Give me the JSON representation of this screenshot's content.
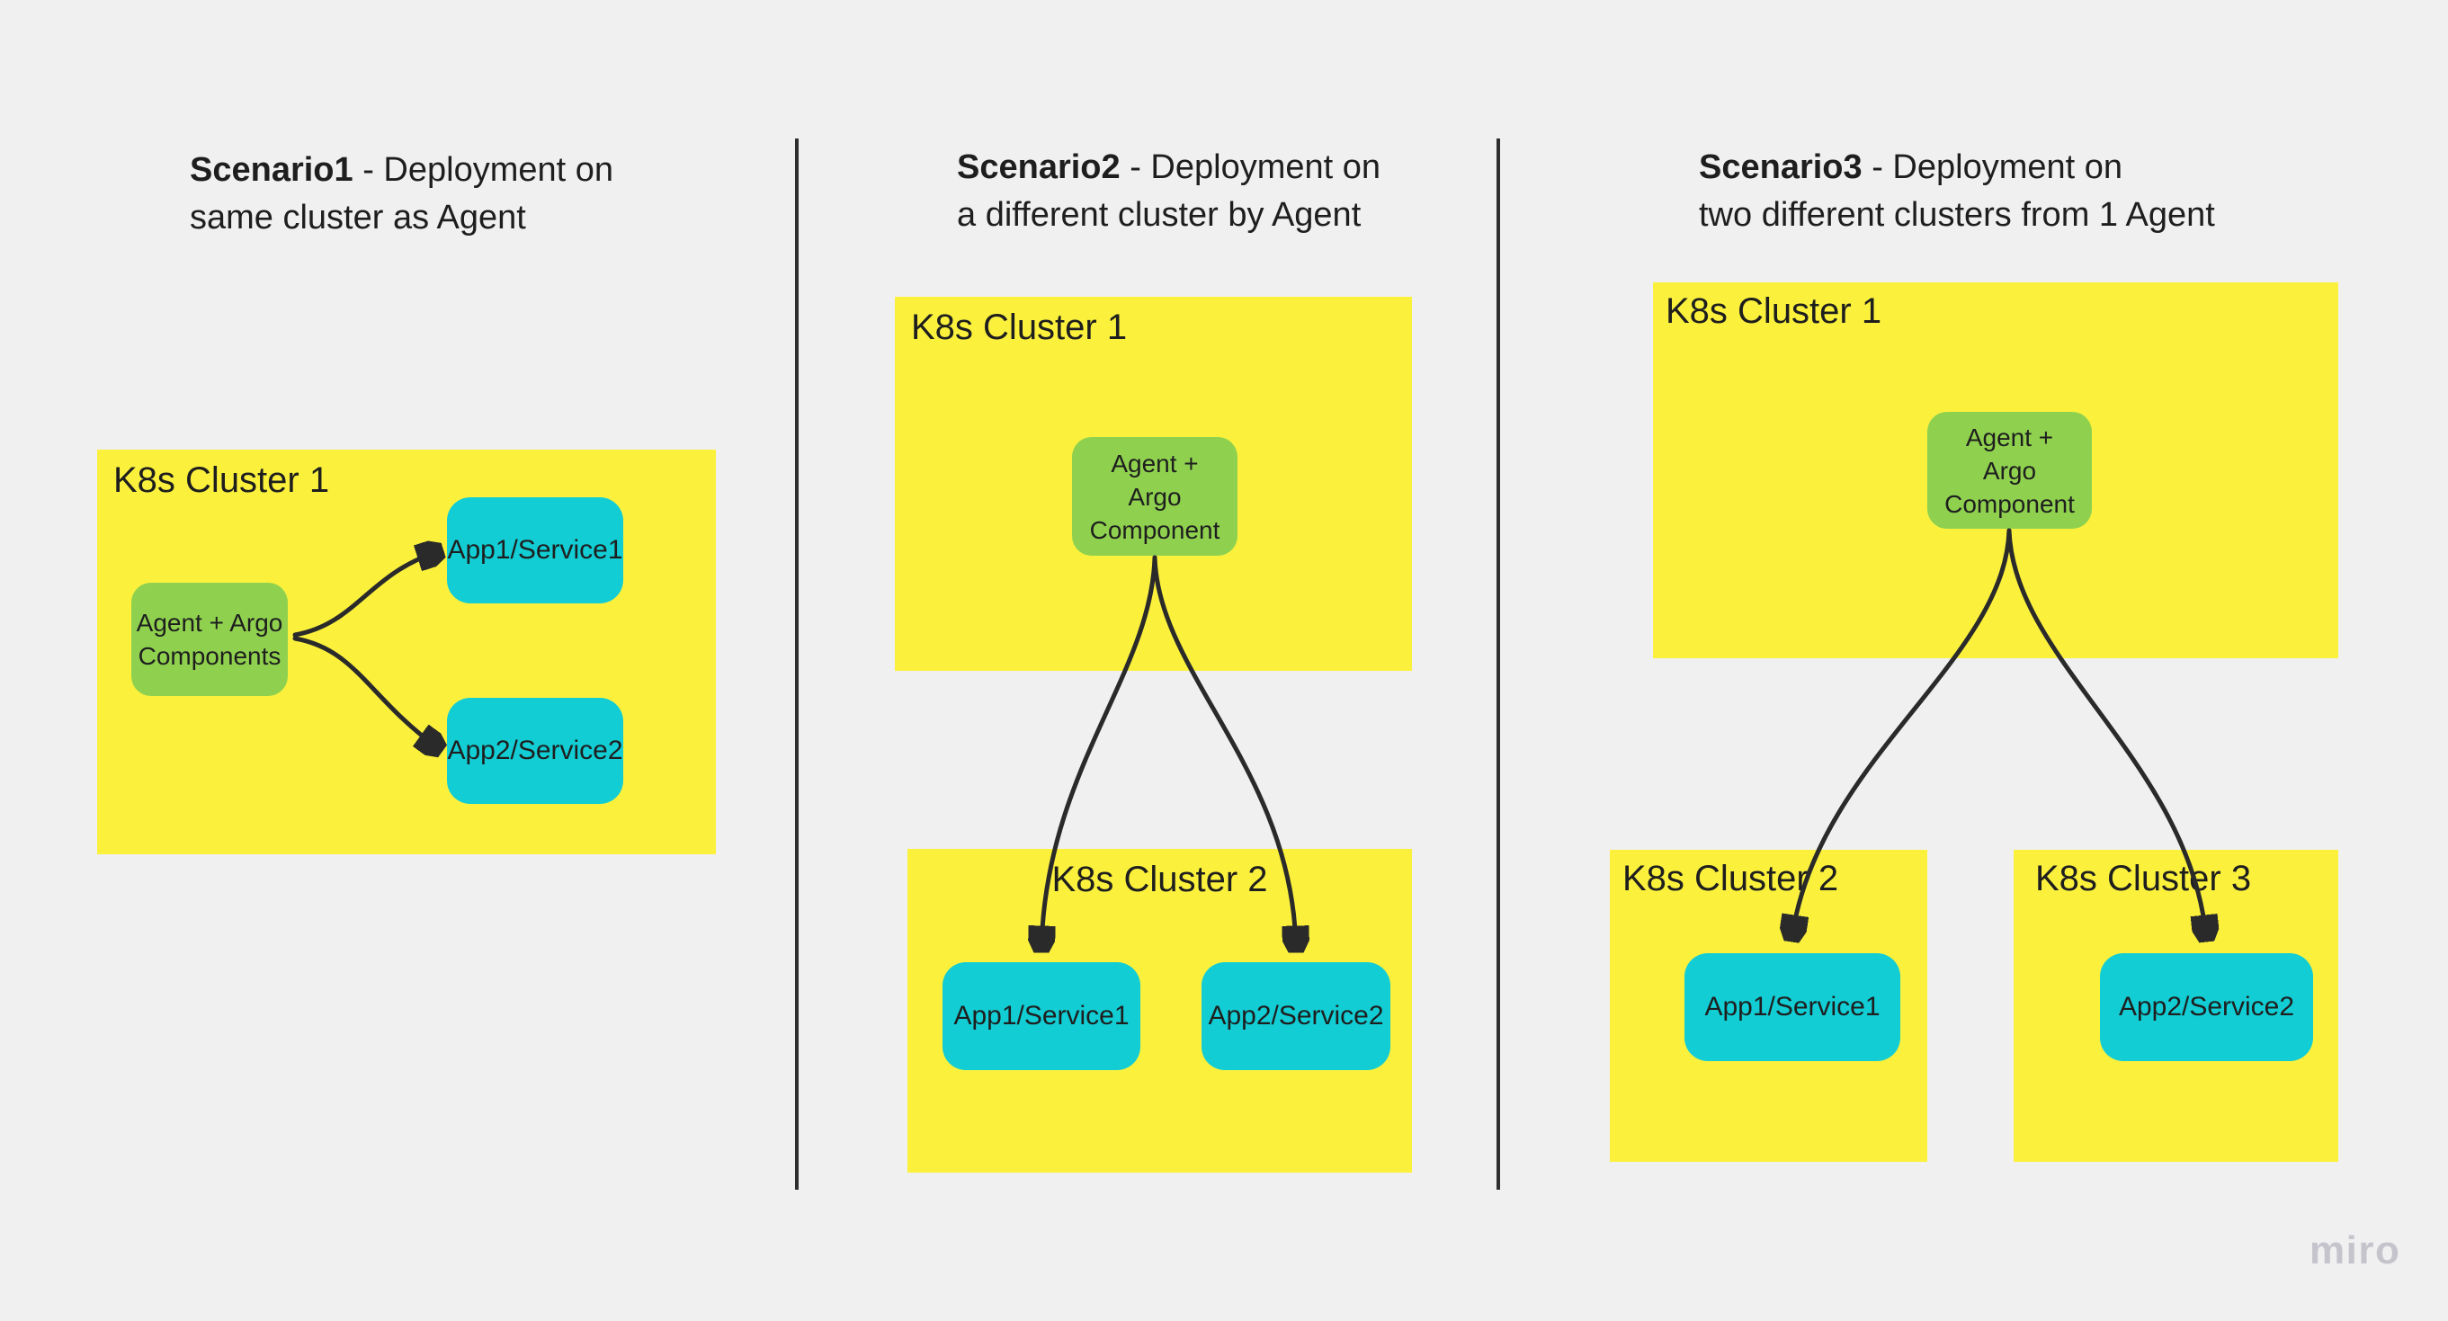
{
  "colors": {
    "background": "#F0F0F1",
    "yellow": "#FBF13D",
    "green": "#8FD14F",
    "cyan": "#12CDD4",
    "text": "#1E1E1E",
    "line": "#2E2E2E",
    "watermark": "#C5C4CC"
  },
  "watermark_label": "miro",
  "scenarios": [
    {
      "title": {
        "bold": "Scenario1",
        "rest": " - Deployment on",
        "line2": "same cluster as Agent"
      },
      "clusters": [
        {
          "label": "K8s Cluster 1"
        }
      ],
      "agent": {
        "lines": [
          "Agent + Argo",
          "Components"
        ]
      },
      "apps": [
        {
          "label": "App1/Service1"
        },
        {
          "label": "App2/Service2"
        }
      ]
    },
    {
      "title": {
        "bold": "Scenario2",
        "rest": " - Deployment on",
        "line2": "a different cluster by Agent"
      },
      "clusters": [
        {
          "label": "K8s Cluster 1"
        },
        {
          "label": "K8s Cluster 2"
        }
      ],
      "agent": {
        "lines": [
          "Agent +",
          "Argo",
          "Component"
        ]
      },
      "apps": [
        {
          "label": "App1/Service1"
        },
        {
          "label": "App2/Service2"
        }
      ]
    },
    {
      "title": {
        "bold": "Scenario3",
        "rest": " - Deployment on",
        "line2": "two different clusters from 1 Agent"
      },
      "clusters": [
        {
          "label": "K8s Cluster 1"
        },
        {
          "label": "K8s Cluster 2"
        },
        {
          "label": "K8s Cluster 3"
        }
      ],
      "agent": {
        "lines": [
          "Agent +",
          "Argo",
          "Component"
        ]
      },
      "apps": [
        {
          "label": "App1/Service1"
        },
        {
          "label": "App2/Service2"
        }
      ]
    }
  ]
}
